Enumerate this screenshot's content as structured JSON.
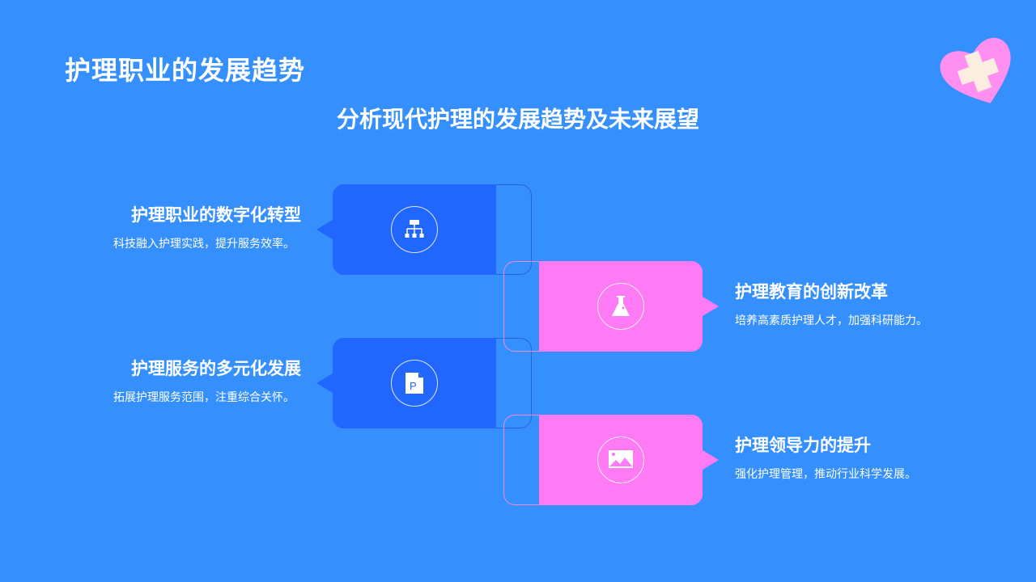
{
  "title": "护理职业的发展趋势",
  "subtitle": "分析现代护理的发展趋势及未来展望",
  "items": [
    {
      "heading": "护理职业的数字化转型",
      "desc": "科技融入护理实践，提升服务效率。",
      "icon": "sitemap-icon"
    },
    {
      "heading": "护理教育的创新改革",
      "desc": "培养高素质护理人才，加强科研能力。",
      "icon": "flask-icon"
    },
    {
      "heading": "护理服务的多元化发展",
      "desc": "拓展护理服务范围，注重综合关怀。",
      "icon": "document-p-icon"
    },
    {
      "heading": "护理领导力的提升",
      "desc": "强化护理管理，推动行业科学发展。",
      "icon": "image-icon"
    }
  ],
  "colors": {
    "background": "#3590fe",
    "blue": "#2166ff",
    "pink": "#ff7bf5"
  }
}
